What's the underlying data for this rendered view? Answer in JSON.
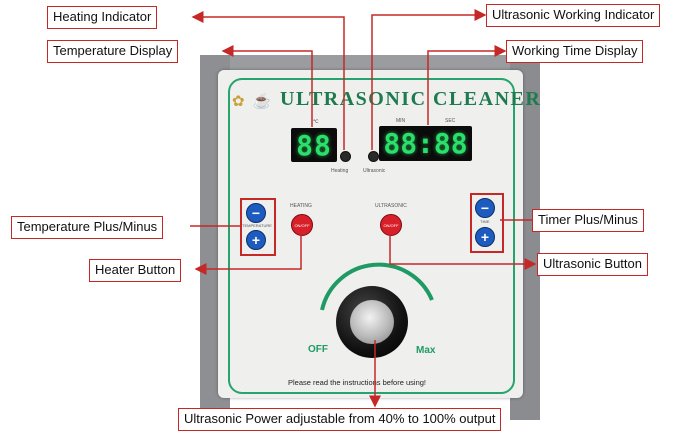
{
  "device": {
    "brand_icons": "✿ ☕",
    "title": "ULTRASONIC CLEANER",
    "temp_unit_label": "℃",
    "temperature_reading": "88",
    "time_reading": "88:88",
    "time_unit_min": "MIN",
    "time_unit_sec": "SEC",
    "heating_led_label": "Heating",
    "ultrasonic_led_label": "Ultrasonic",
    "heating_button_label": "HEATING",
    "ultrasonic_button_label": "ULTRASONIC",
    "button_text": "ON/OFF",
    "temperature_keys_label": "TEMPERATURE",
    "timer_keys_label": "TIME",
    "minus_symbol": "−",
    "plus_symbol": "+",
    "dial_off": "OFF",
    "dial_max": "Max",
    "footer_note": "Please read the instructions before using!"
  },
  "callouts": {
    "heating_indicator": "Heating Indicator",
    "temperature_display": "Temperature Display",
    "ultrasonic_working_indicator": "Ultrasonic Working Indicator",
    "working_time_display": "Working Time Display",
    "temperature_plus_minus": "Temperature Plus/Minus",
    "timer_plus_minus": "Timer Plus/Minus",
    "heater_button": "Heater Button",
    "ultrasonic_button": "Ultrasonic Button",
    "power_adjust": "Ultrasonic Power adjustable from 40% to 100% output"
  },
  "colors": {
    "callout_border": "#c62828",
    "brand_green": "#1f7a50",
    "display_green": "#29e06a",
    "button_blue": "#1e5bbf",
    "button_red": "#d8202a"
  }
}
